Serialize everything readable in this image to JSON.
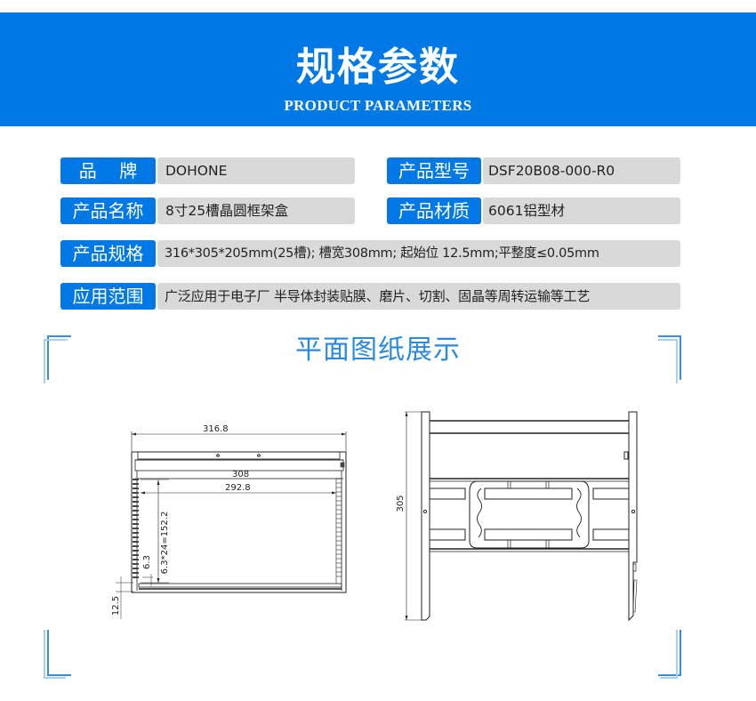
{
  "header": {
    "title": "规格参数",
    "subtitle": "PRODUCT PARAMETERS",
    "background_color": "#0079e6"
  },
  "specs": {
    "brand": {
      "label": "品    牌",
      "value": "DOHONE"
    },
    "model": {
      "label": "产品型号",
      "value": "DSF20B08-000-R0"
    },
    "name": {
      "label": "产品名称",
      "value": "8寸25槽晶圆框架盒"
    },
    "material": {
      "label": "产品材质",
      "value": "6061铝型材"
    },
    "specification": {
      "label": "产品规格",
      "value": "316*305*205mm(25槽); 槽宽308mm; 起始位 12.5mm;平整度≤0.05mm"
    },
    "application": {
      "label": "应用范围",
      "value": "广泛应用于电子厂 半导体封装贴膜、磨片、切割、固晶等周转运输等工艺"
    }
  },
  "drawing_section": {
    "title": "平面图纸展示",
    "accent_color": "#2a8ae0",
    "front_view": {
      "overall_width": "316.8",
      "slot_width": "308",
      "inner_width": "292.8",
      "pitch_total": "6.3*24=152.2",
      "pitch": "6.3",
      "start_offset": "12.5"
    },
    "side_view": {
      "depth": "305"
    }
  }
}
